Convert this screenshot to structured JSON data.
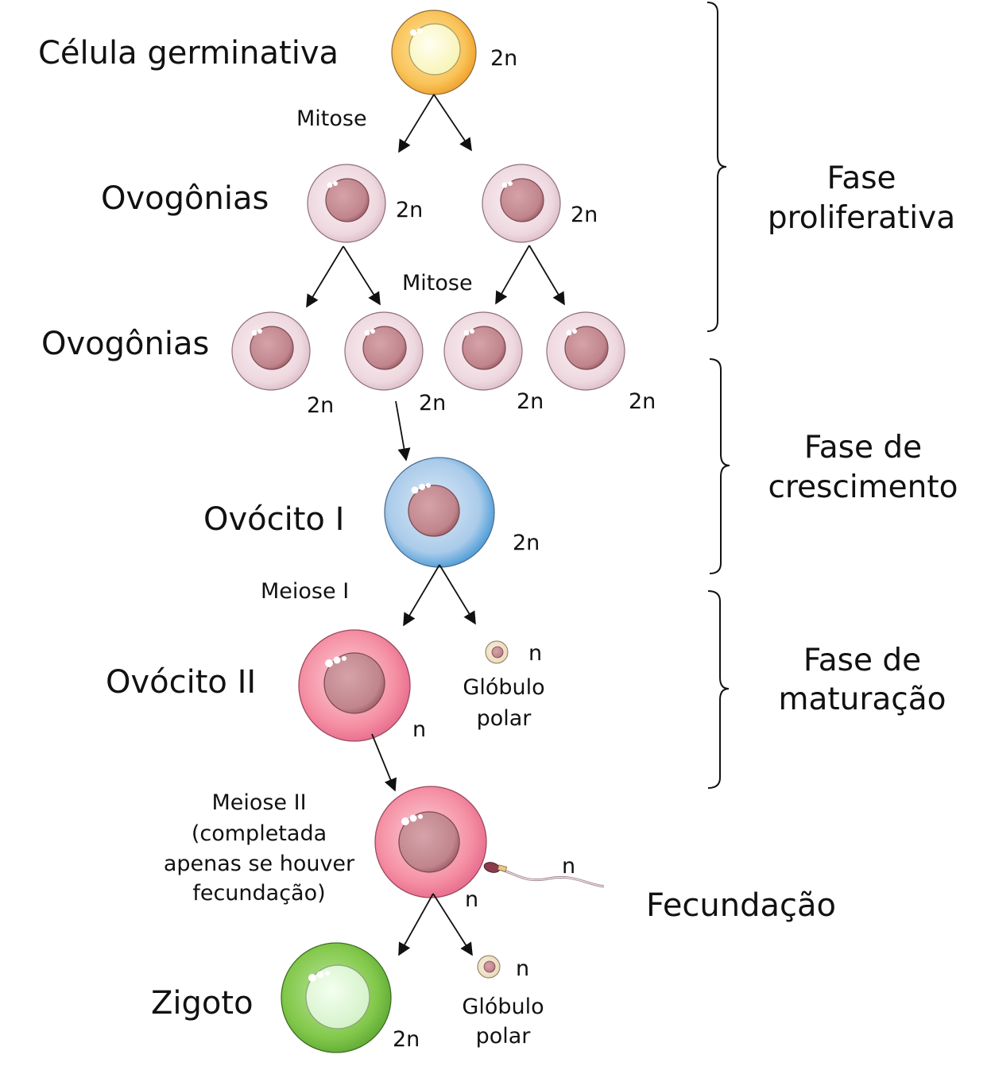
{
  "stages": {
    "germ_cell": "Célula germinativa",
    "oogonia_1": "Ovogônias",
    "oogonia_2": "Ovogônias",
    "oocyte_1": "Ovócito I",
    "oocyte_2": "Ovócito II",
    "zygote": "Zigoto",
    "fertilization": "Fecundação"
  },
  "processes": {
    "mitosis_1": "Mitose",
    "mitosis_2": "Mitose",
    "meiosis_1": "Meiose I",
    "meiosis_2": [
      "Meiose II",
      "(completada",
      "apenas se houver",
      "fecundação)"
    ]
  },
  "polar_body": {
    "label_1": [
      "Glóbulo",
      "polar"
    ],
    "label_2": [
      "Glóbulo",
      "polar"
    ]
  },
  "ploidy": {
    "diploid": "2n",
    "haploid": "n"
  },
  "phases": {
    "proliferative": [
      "Fase",
      "proliferativa"
    ],
    "growth": [
      "Fase de",
      "crescimento"
    ],
    "maturation": [
      "Fase de",
      "maturação"
    ]
  },
  "colors": {
    "germ_cell": "#F7B43C",
    "oogonia": "#F0DDE3",
    "oocyte_1": "#A9CBEA",
    "oocyte_2": "#F58CA0",
    "zygote": "#7DC643",
    "nucleus": "#C4868E"
  }
}
